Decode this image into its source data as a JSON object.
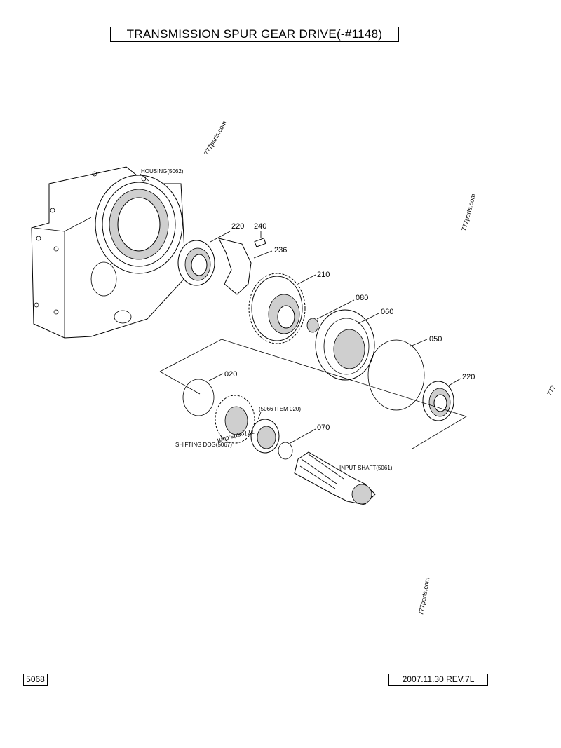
{
  "title": "TRANSMISSION SPUR GEAR DRIVE(-#1148)",
  "page_code": "5068",
  "revision": "2007.11.30  REV.7L",
  "watermarks": [
    "777parts.com",
    "777parts.com",
    "777parts.com",
    "777parts.com",
    "777"
  ],
  "callouts": {
    "housing": "HOUSING(5062)",
    "p220a": "220",
    "p240": "240",
    "p236": "236",
    "p210": "210",
    "p080": "080",
    "p060": "060",
    "p050": "050",
    "p220b": "220",
    "p020": "020",
    "item5066": "(5066 ITEM 020)",
    "p070": "070",
    "shifting_dog": "SHIFTING DOG(5067)",
    "input_shaft": "INPUT SHAFT(5061)"
  }
}
